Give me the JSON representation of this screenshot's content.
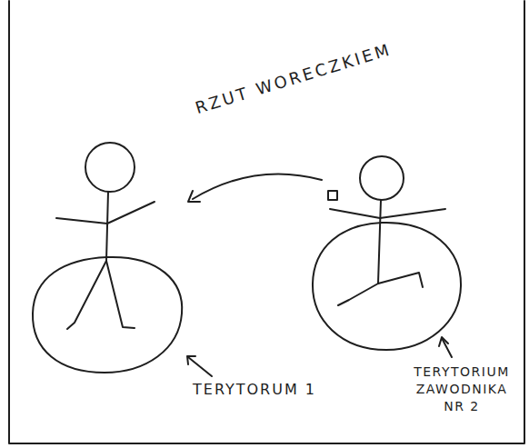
{
  "diagram": {
    "labels": [
      "RZUT WORECZKIEM",
      "TERYTORUM 1",
      "TERYTORIUM ZAWODNIKA NR 2"
    ]
  }
}
